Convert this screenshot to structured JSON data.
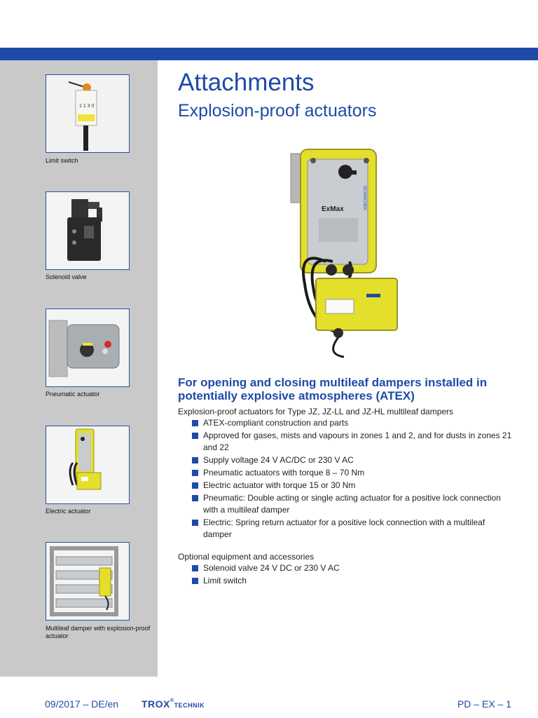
{
  "sidebar": {
    "items": [
      {
        "caption": "Limit switch"
      },
      {
        "caption": "Solenoid valve"
      },
      {
        "caption": "Pneumatic actuator"
      },
      {
        "caption": "Electric actuator"
      },
      {
        "caption": "Multileaf damper with explosion-proof actuator"
      }
    ]
  },
  "header": {
    "title": "Attachments",
    "subtitle": "Explosion-proof actuators"
  },
  "product_image": {
    "brand_label": "ExMax",
    "side_label": "SCHISCHEK"
  },
  "main": {
    "heading": "For opening and closing multileaf dampers installed in potentially explosive atmospheres (ATEX)",
    "intro": "Explosion-proof actuators for Type JZ, JZ-LL and JZ-HL multileaf dampers",
    "features": [
      "ATEX-compliant construction and parts",
      "Approved for gases, mists and vapours in zones 1 and 2, and for dusts in zones 21 and 22",
      "Supply voltage 24 V AC/DC or 230 V AC",
      "Pneumatic actuators with torque 8 – 70 Nm",
      "Electric actuator with torque 15 or 30 Nm",
      "Pneumatic: Double acting or single acting actuator for a positive lock connection with a multileaf damper",
      "Electric: Spring return actuator for a positive lock connection with a multileaf damper"
    ],
    "optional_heading": "Optional equipment and accessories",
    "optional": [
      "Solenoid valve 24 V DC or 230 V AC",
      "Limit switch"
    ]
  },
  "footer": {
    "date": "09/2017 – DE/en",
    "logo_main": "TROX",
    "logo_reg": "®",
    "logo_sub": "TECHNIK",
    "page": "PD – EX – 1"
  },
  "colors": {
    "brand_blue": "#1f4aa8",
    "sidebar_grey": "#c9c9c9",
    "actuator_yellow": "#e4df2a"
  }
}
